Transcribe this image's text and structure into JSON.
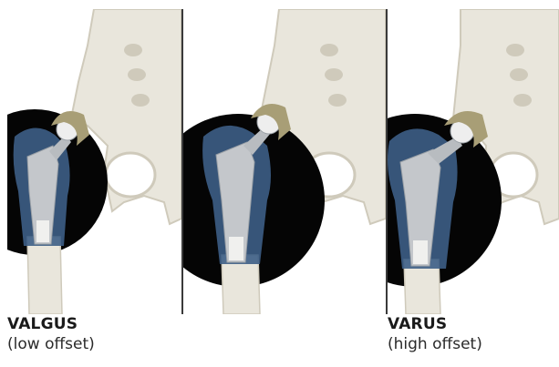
{
  "captions": {
    "valgus": {
      "title": "VALGUS",
      "subtitle": "(low offset)"
    },
    "varus": {
      "title": "VARUS",
      "subtitle": "(high offset)"
    }
  },
  "colors": {
    "bone": "#e9e6dc",
    "bone_shadow": "#cfcabb",
    "xray_background": "#050505",
    "xray_bone": "#3d5e86",
    "implant": "#c4c7cb",
    "divider": "#3a3a3a"
  }
}
